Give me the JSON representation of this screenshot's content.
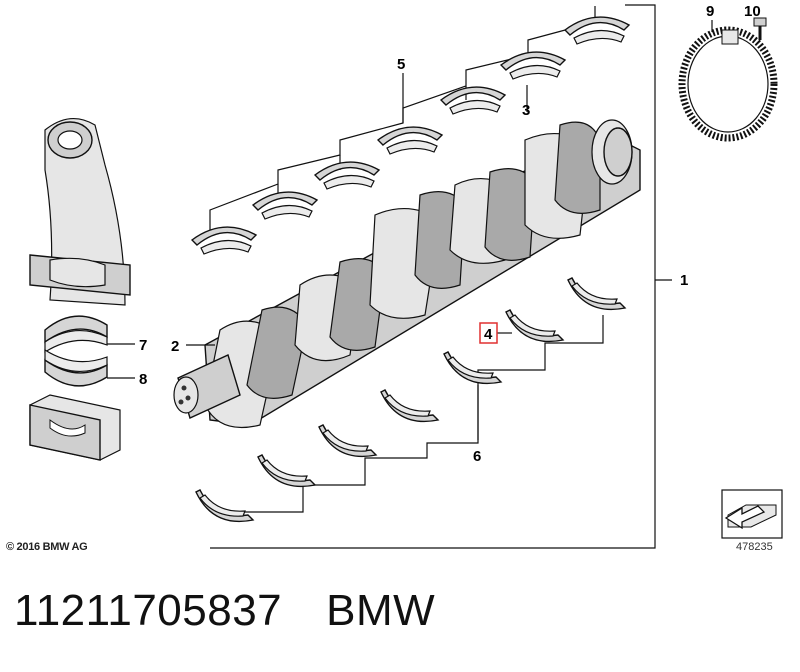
{
  "callouts": {
    "c1": "1",
    "c2": "2",
    "c3": "3",
    "c4": "4",
    "c5": "5",
    "c6": "6",
    "c7": "7",
    "c8": "8",
    "c9": "9",
    "c10": "10"
  },
  "copyright": "© 2016 BMW AG",
  "diagram_ref": "478235",
  "part_number": "11211705837",
  "brand": "BMW",
  "highlight_color": "#e03030"
}
